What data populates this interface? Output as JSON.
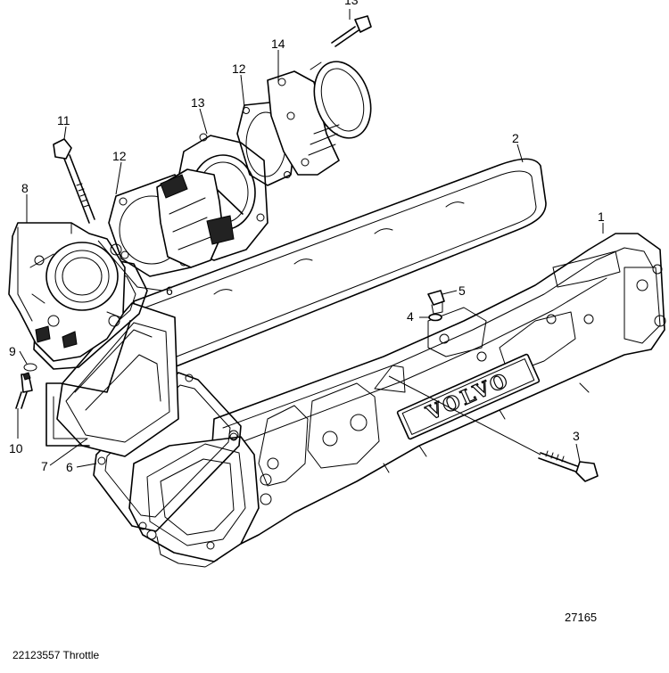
{
  "figure_number": "27165",
  "caption": "22123557 Throttle",
  "brand_mark": "VOLVO",
  "callouts": [
    "13",
    "14",
    "12",
    "13",
    "11",
    "12",
    "8",
    "2",
    "1",
    "6",
    "5",
    "4",
    "9",
    "10",
    "7",
    "6",
    "3"
  ]
}
